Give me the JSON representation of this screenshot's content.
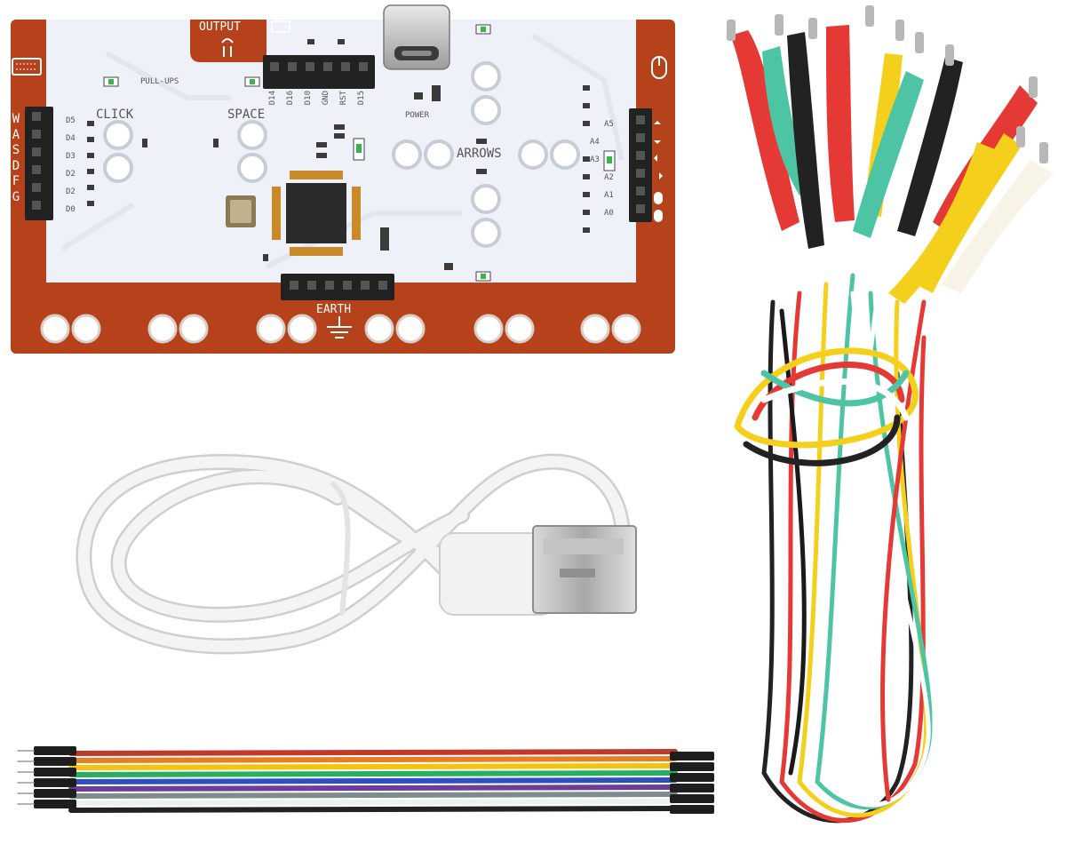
{
  "board": {
    "output": "OUTPUT",
    "pullups": "PULL-UPS",
    "click": "CLICK",
    "space": "SPACE",
    "arrows": "ARROWS",
    "power": "POWER",
    "earth": "EARTH",
    "keys": [
      "W",
      "A",
      "S",
      "D",
      "F",
      "G"
    ],
    "left_pins": [
      "D5",
      "D4",
      "D3",
      "D2",
      "D2",
      "D0"
    ],
    "right_pins": [
      "A5",
      "A4",
      "A3",
      "A2",
      "A1",
      "A0"
    ],
    "top_pins": [
      "D14",
      "D16",
      "D10",
      "GND",
      "RST",
      "D15"
    ]
  },
  "colors": {
    "pcb_orange": "#b5421a",
    "pcb_white": "#eef1f8",
    "cable_white": "#f4f4f4"
  }
}
